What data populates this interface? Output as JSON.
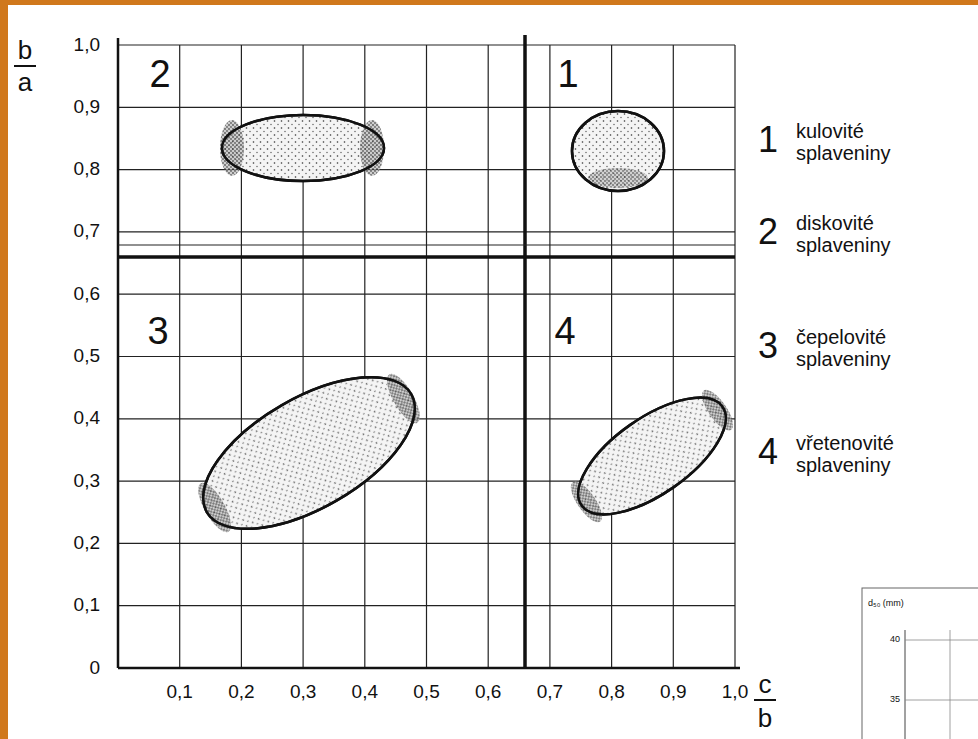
{
  "diagram": {
    "labels": [
      "b",
      "a",
      "1,0",
      "0,9",
      "0,8",
      "0,7",
      "0,6",
      "0,5",
      "0,4",
      "0,3",
      "0,2",
      "0,1",
      "0",
      "0,1",
      "0,2",
      "0,3",
      "0,4",
      "0,5",
      "0,6",
      "0,7",
      "0,8",
      "0,9",
      "1,0",
      "c",
      "b",
      "2",
      "1",
      "3",
      "4",
      "1",
      "kulovité splaveniny",
      "2",
      "diskovité splaveniny",
      "3",
      "čepelovité splaveniny",
      "4",
      "vřetenovité splaveniny",
      "d₅₀ (mm)",
      "40",
      "35"
    ]
  }
}
